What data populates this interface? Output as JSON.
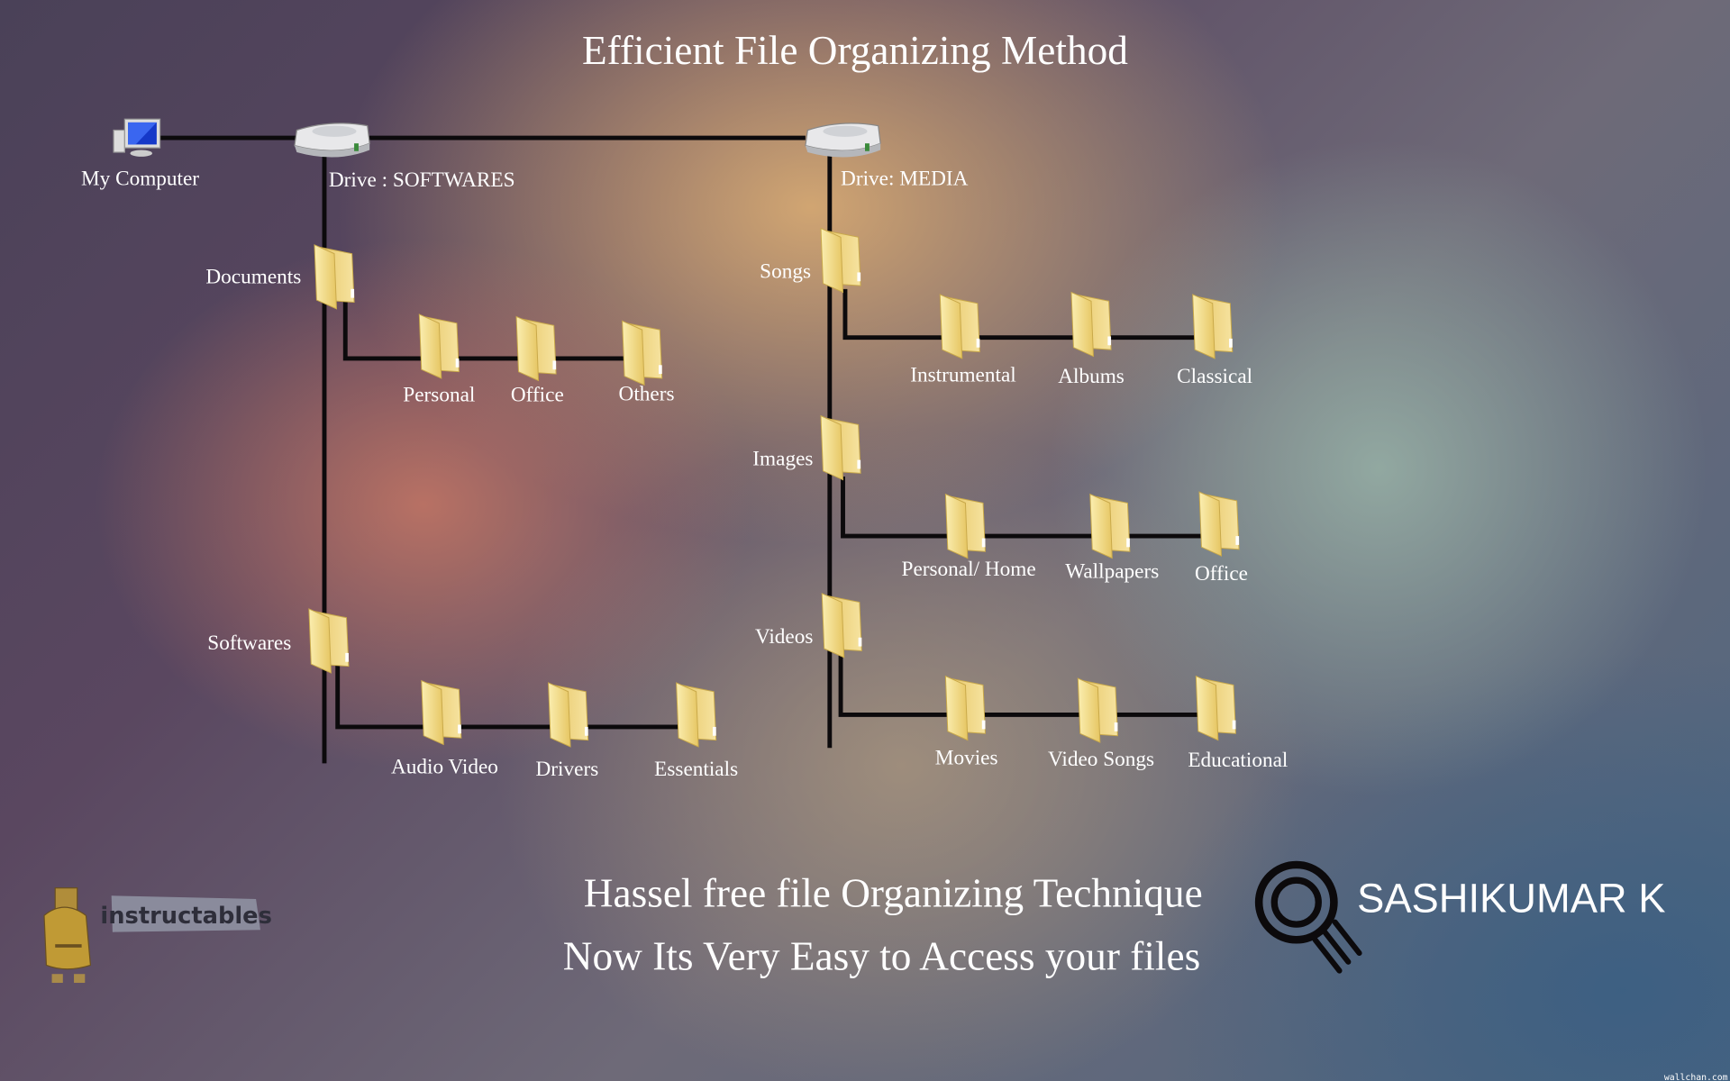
{
  "title": "Efficient File Organizing Method",
  "computer": {
    "label": "My Computer",
    "icon": "computer-icon"
  },
  "drives": [
    {
      "label": "Drive : SOFTWARES",
      "icon": "hard-drive-icon",
      "folders": [
        {
          "label": "Documents",
          "children": [
            "Personal",
            "Office",
            "Others"
          ]
        },
        {
          "label": "Softwares",
          "children": [
            "Audio Video",
            "Drivers",
            "Essentials"
          ]
        }
      ]
    },
    {
      "label": "Drive: MEDIA",
      "icon": "hard-drive-icon",
      "folders": [
        {
          "label": "Songs",
          "children": [
            "Instrumental",
            "Albums",
            "Classical"
          ]
        },
        {
          "label": "Images",
          "children": [
            "Personal/ Home",
            "Wallpapers",
            "Office"
          ]
        },
        {
          "label": "Videos",
          "children": [
            "Movies",
            "Video Songs",
            "Educational"
          ]
        }
      ]
    }
  ],
  "footer": {
    "line1": "Hassel free file Organizing Technique",
    "line2": "Now Its Very Easy to Access your files",
    "author": "SASHIKUMAR K",
    "author_icon": "magnifier-icon"
  },
  "logo": {
    "text": "instructables",
    "icon": "robot-icon"
  },
  "watermark": "wallchan.com",
  "colors": {
    "folder": "#f3dc8a",
    "line": "#0c0a0c",
    "text": "#ffffff"
  }
}
